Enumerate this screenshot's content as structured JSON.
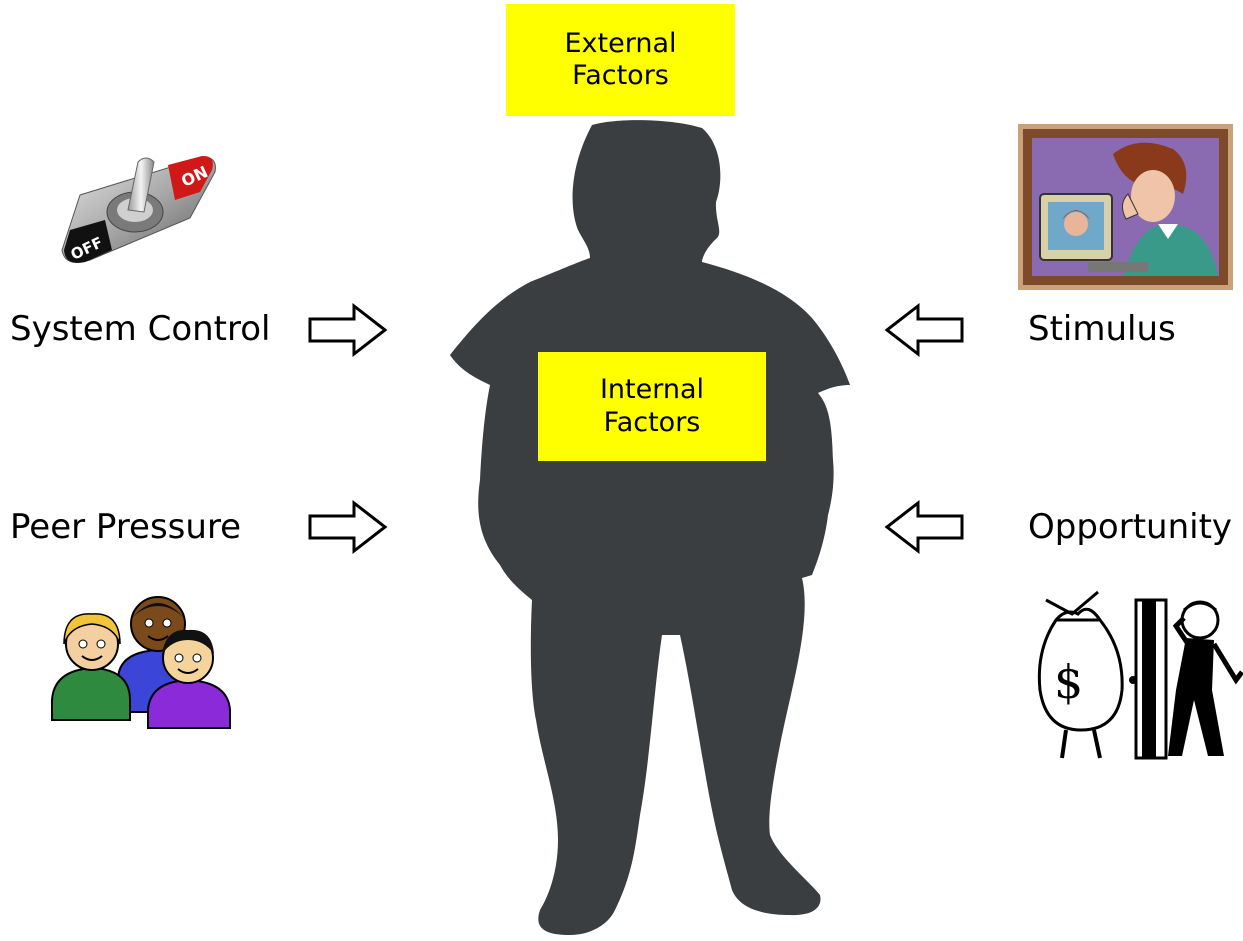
{
  "external_box": {
    "line1": "External",
    "line2": "Factors",
    "color": "#ffff00"
  },
  "internal_box": {
    "line1": "Internal",
    "line2": "Factors",
    "color": "#ffff00"
  },
  "left": {
    "top": {
      "label": "System Control",
      "icon": "toggle-switch-icon",
      "icon_text_on": "ON",
      "icon_text_off": "OFF"
    },
    "bottom": {
      "label": "Peer Pressure",
      "icon": "people-group-icon"
    }
  },
  "right": {
    "top": {
      "label": "Stimulus",
      "icon": "whispering-woman-computer-icon"
    },
    "bottom": {
      "label": "Opportunity",
      "icon": "money-bag-door-icon",
      "icon_text": "$"
    }
  },
  "silhouette": {
    "icon": "person-silhouette-icon",
    "color": "#3b3e40"
  },
  "arrows": {
    "style": "hollow-block-arrow",
    "stroke": "#000000"
  }
}
